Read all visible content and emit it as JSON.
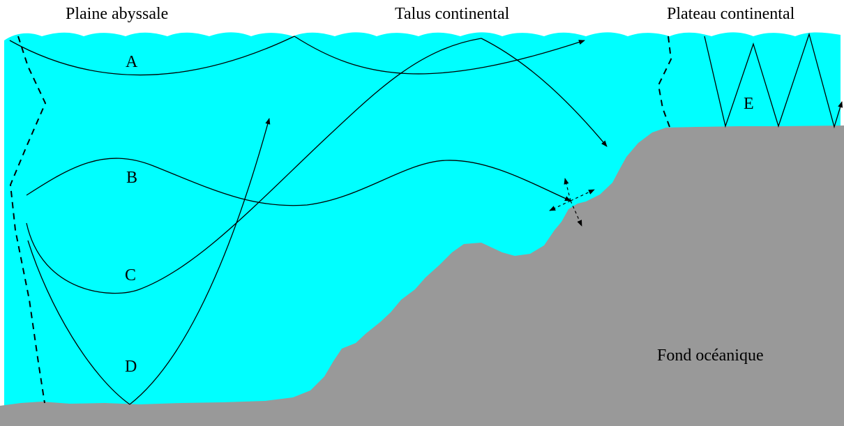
{
  "regions": {
    "abyssal_plain": "Plaine abyssale",
    "continental_slope": "Talus continental",
    "continental_shelf": "Plateau continental",
    "ocean_floor": "Fond océanique"
  },
  "rays": {
    "a": "A",
    "b": "B",
    "c": "C",
    "d": "D",
    "e": "E"
  },
  "colors": {
    "water": "#00ffff",
    "seabed": "#999999",
    "lines": "#000000",
    "background": "#ffffff"
  }
}
